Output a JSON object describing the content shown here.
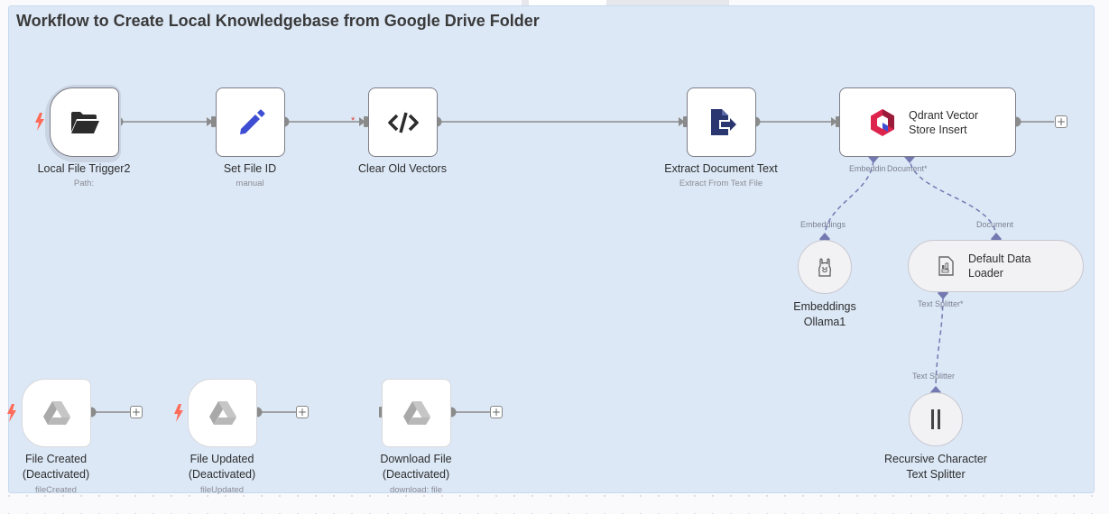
{
  "workflow": {
    "title": "Workflow to Create Local Knowledgebase from Google Drive Folder"
  },
  "nodes": {
    "local_file_trigger": {
      "label": "Local File Trigger2",
      "subtitle": "Path:",
      "icon": "folder-icon"
    },
    "set_file_id": {
      "label": "Set File ID",
      "subtitle": "manual",
      "icon": "pencil-icon"
    },
    "clear_old_vectors": {
      "label": "Clear Old Vectors",
      "icon": "code-icon"
    },
    "extract_document_text": {
      "label": "Extract Document Text",
      "subtitle": "Extract From Text File",
      "icon": "document-export-icon"
    },
    "qdrant_vector_store_insert": {
      "label_line1": "Qdrant Vector",
      "label_line2": "Store Insert",
      "icon": "qdrant-icon"
    },
    "embeddings_ollama": {
      "label_line1": "Embeddings",
      "label_line2": "Ollama1",
      "icon": "ollama-icon"
    },
    "default_data_loader": {
      "label_line1": "Default Data",
      "label_line2": "Loader",
      "icon": "data-loader-icon"
    },
    "recursive_text_splitter": {
      "label_line1": "Recursive Character",
      "label_line2": "Text Splitter",
      "icon": "text-splitter-icon"
    },
    "file_created": {
      "label_line1": "File Created",
      "label_line2": "(Deactivated)",
      "subtitle": "fileCreated",
      "icon": "google-drive-icon"
    },
    "file_updated": {
      "label_line1": "File Updated",
      "label_line2": "(Deactivated)",
      "subtitle": "fileUpdated",
      "icon": "google-drive-icon"
    },
    "download_file": {
      "label_line1": "Download File",
      "label_line2": "(Deactivated)",
      "subtitle": "download: file",
      "icon": "google-drive-icon"
    }
  },
  "ports": {
    "qdrant_embedding": "Embeddin",
    "qdrant_document": "Document*",
    "ollama_embeddings": "Embeddings",
    "loader_document": "Document",
    "loader_text_splitter": "Text Splitter*",
    "splitter_text_splitter": "Text Splitter"
  },
  "controls": {
    "add_symbol": "+",
    "required_marker": "*"
  },
  "colors": {
    "canvas": "#fafafc",
    "sticky_note": "#dce8f6",
    "node_border": "#7d7d87",
    "connection": "#8b8b8b",
    "ai_connection": "#7479b1",
    "trigger_bolt": "#ff6d5a",
    "pencil": "#3d4ed3",
    "doc_icon": "#2a3670"
  }
}
